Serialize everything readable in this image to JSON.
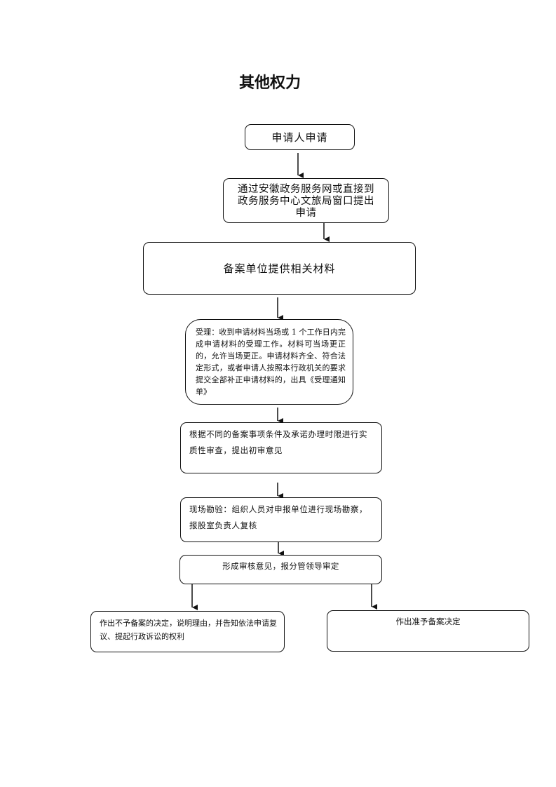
{
  "title": "其他权力",
  "steps": {
    "apply": "申请人申请",
    "submit": "通过安徽政务服务网或直接到\n政务服务中心文旅局窗口提出\n申请",
    "materials": "备案单位提供相关材料",
    "accept": "受理：收到申请材料当场或 1 个工作日内完成申请材料的受理工作。材料可当场更正的，允许当场更正。申请材料齐全、符合法定形式，或者申请人按照本行政机关的要求提交全部补正申请材料的，出具《受理通知单》",
    "review": "根据不同的备案事项条件及承诺办理时限进行实质性审查，提出初审意见",
    "inspect": "现场勘验：组织人员对申报单位进行现场勘察，报股室负责人复核",
    "opinion": "形成审核意见，报分管领导审定",
    "reject": "作出不予备案的决定，说明理由，并告知依法申请复议、提起行政诉讼的权利",
    "approve": "作出准予备案决定"
  }
}
